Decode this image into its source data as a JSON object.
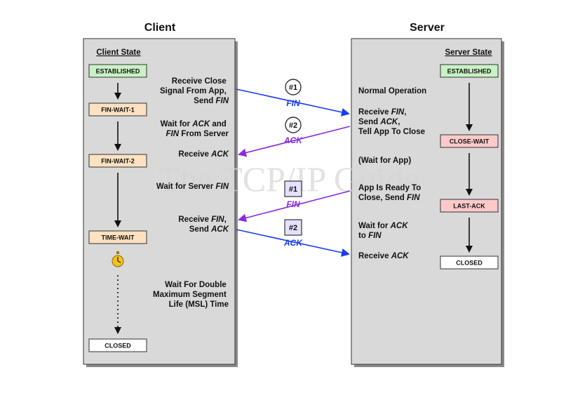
{
  "colors": {
    "panel": "#d9d9d9",
    "green_state": "#c9f2c4",
    "orange_state": "#fde1c0",
    "red_state": "#ffc9c9",
    "blue_arrow": "#1a3cf0",
    "purple_arrow": "#8a2be2",
    "badge_fill": "#e6e0ff"
  },
  "headers": {
    "client": "Client",
    "server": "Server"
  },
  "client_panel": {
    "title": "Client State"
  },
  "server_panel": {
    "title": "Server State"
  },
  "client_states": [
    "ESTABLISHED",
    "FIN-WAIT-1",
    "FIN-WAIT-2",
    "TIME-WAIT",
    "CLOSED"
  ],
  "server_states": [
    "ESTABLISHED",
    "CLOSE-WAIT",
    "LAST-ACK",
    "CLOSED"
  ],
  "client_notes": {
    "close_signal": [
      "Receive Close",
      "Signal From App,",
      "Send ",
      "FIN"
    ],
    "wait_ack": [
      "Wait for ",
      "ACK",
      " and",
      "FIN",
      " From Server"
    ],
    "receive_ack": [
      "Receive ",
      "ACK"
    ],
    "wait_fin": [
      "Wait for Server ",
      "FIN"
    ],
    "receive_fin": [
      "Receive ",
      "FIN",
      ",",
      "Send ",
      "ACK"
    ],
    "wait_msl": [
      "Wait For Double",
      "Maximum Segment",
      "Life (MSL) Time"
    ]
  },
  "server_notes": {
    "normal": "Normal Operation",
    "receive_fin": [
      "Receive ",
      "FIN",
      ",",
      "Send ",
      "ACK",
      ",",
      "Tell App To Close"
    ],
    "wait_app": "(Wait for App)",
    "ready": [
      "App Is Ready To",
      "Close, Send ",
      "FIN"
    ],
    "wait_ack": [
      "Wait for ",
      "ACK",
      "to ",
      "FIN"
    ],
    "receive_ack": [
      "Receive ",
      "ACK"
    ]
  },
  "messages": [
    {
      "badge": "#1",
      "label": "FIN"
    },
    {
      "badge": "#2",
      "label": "ACK"
    },
    {
      "badge": "#1",
      "label": "FIN"
    },
    {
      "badge": "#2",
      "label": "ACK"
    }
  ],
  "watermark": "The TCP/IP Guide",
  "icons": {
    "timer": "stopwatch-icon"
  }
}
